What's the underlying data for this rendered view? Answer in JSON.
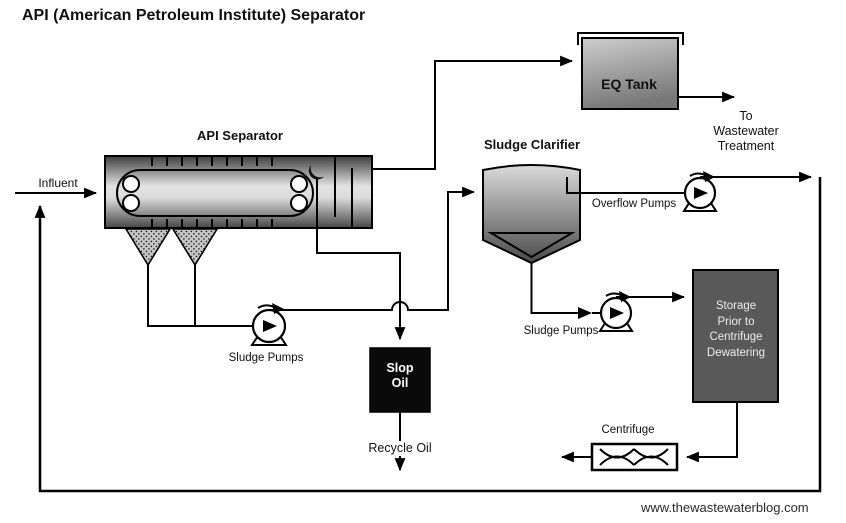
{
  "title": "API (American Petroleum Institute) Separator",
  "diagram": {
    "api_separator": {
      "label": "API Separator"
    },
    "influent_label": "Influent",
    "eq_tank": {
      "label": "EQ Tank"
    },
    "to_wastewater_label": "To\nWastewater\nTreatment",
    "sludge_clarifier": {
      "label": "Sludge Clarifier"
    },
    "overflow_pumps_label": "Overflow Pumps",
    "sludge_pumps_left_label": "Sludge Pumps",
    "sludge_pumps_right_label": "Sludge Pumps",
    "slop_oil": {
      "label": "Slop\nOil"
    },
    "recycle_oil_label": "Recycle Oil",
    "storage_tank": {
      "label": "Storage\nPrior to\nCentrifuge\nDewatering"
    },
    "centrifuge": {
      "label": "Centrifuge"
    }
  },
  "footer": {
    "website": "www.thewastewaterblog.com"
  },
  "colors": {
    "line": "#000000",
    "slop_oil_fill": "#0a0a0a",
    "storage_fill": "#595959",
    "vessel_light": "#e0e0e0",
    "vessel_dark": "#454545"
  }
}
